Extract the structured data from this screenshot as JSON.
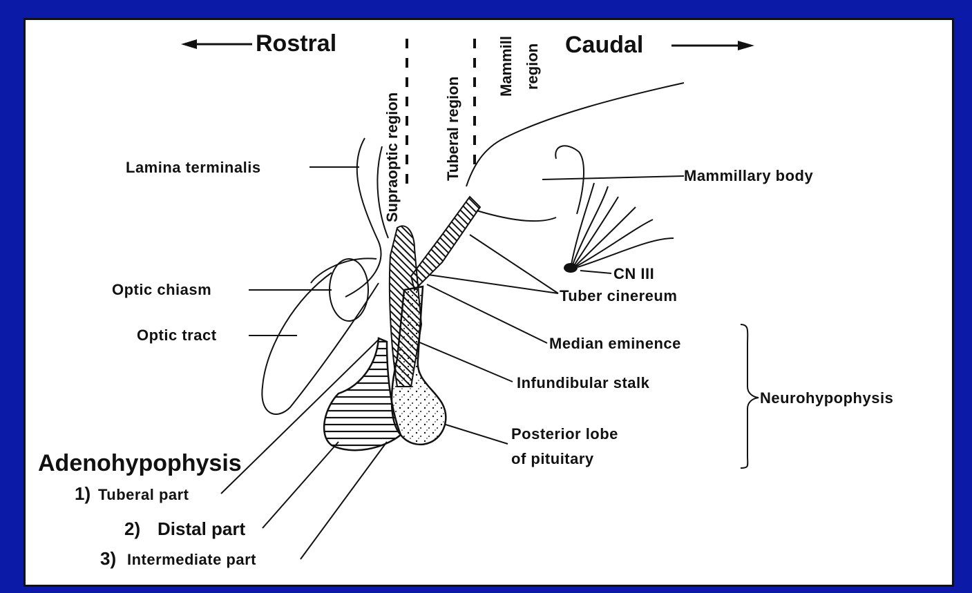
{
  "diagram": {
    "directions": {
      "rostral": "Rostral",
      "caudal": "Caudal"
    },
    "regions": {
      "supraoptic": "Supraoptic region",
      "tuberal": "Tuberal region",
      "mammillary_line1": "Mammill",
      "mammillary_line2": "region"
    },
    "labels": {
      "lamina_terminalis": "Lamina terminalis",
      "optic_chiasm": "Optic chiasm",
      "optic_tract": "Optic tract",
      "mammillary_body": "Mammillary body",
      "cn_iii": "CN III",
      "tuber_cinereum": "Tuber cinereum",
      "median_eminence": "Median eminence",
      "infundibular_stalk": "Infundibular stalk",
      "neurohypophysis": "Neurohypophysis",
      "posterior_lobe_line1": "Posterior lobe",
      "posterior_lobe_line2": "of pituitary"
    },
    "adenohypophysis": {
      "title": "Adenohypophysis",
      "parts": [
        {
          "num": "1)",
          "name": "Tuberal part"
        },
        {
          "num": "2)",
          "name": "Distal part"
        },
        {
          "num": "3)",
          "name": "Intermediate part"
        }
      ]
    },
    "colors": {
      "background": "#0c1aa8",
      "panel": "#ffffff",
      "ink": "#111111"
    }
  }
}
